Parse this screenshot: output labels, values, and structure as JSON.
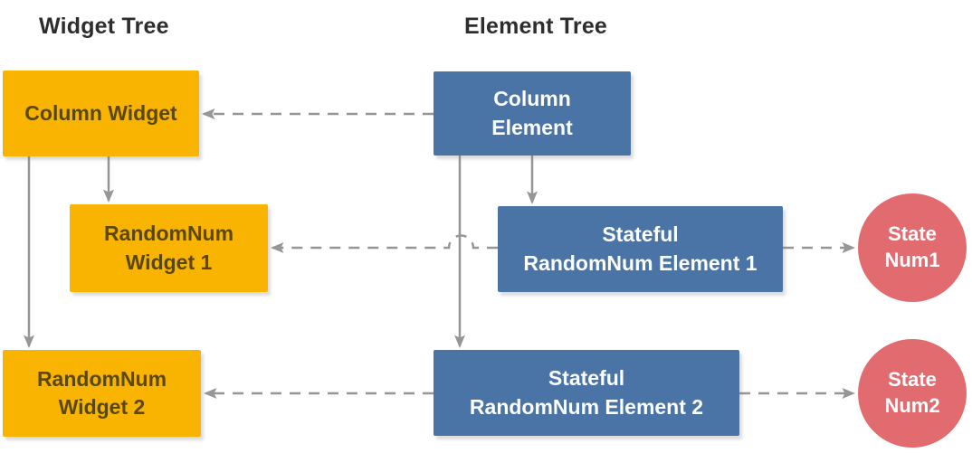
{
  "headings": {
    "widget_tree": "Widget Tree",
    "element_tree": "Element Tree"
  },
  "nodes": {
    "column_widget": {
      "label": "Column Widget",
      "type": "widget"
    },
    "column_element": {
      "label": "Column\nElement",
      "type": "element"
    },
    "randomnum_widget_1": {
      "label": "RandomNum\nWidget 1",
      "type": "widget"
    },
    "stateful_randomnum_element_1": {
      "label": "Stateful\nRandomNum Element 1",
      "type": "element"
    },
    "randomnum_widget_2": {
      "label": "RandomNum\nWidget 2",
      "type": "widget"
    },
    "stateful_randomnum_element_2": {
      "label": "Stateful\nRandomNum Element 2",
      "type": "element"
    },
    "state_num1": {
      "label": "State\nNum1",
      "type": "state"
    },
    "state_num2": {
      "label": "State\nNum2",
      "type": "state"
    }
  },
  "connections": [
    {
      "from": "Column Widget",
      "to": "RandomNum Widget 1",
      "style": "solid",
      "arrow": "down"
    },
    {
      "from": "Column Widget",
      "to": "RandomNum Widget 2",
      "style": "solid",
      "arrow": "down"
    },
    {
      "from": "Column Element",
      "to": "Stateful RandomNum Element 1",
      "style": "solid",
      "arrow": "down"
    },
    {
      "from": "Column Element",
      "to": "Stateful RandomNum Element 2",
      "style": "solid",
      "arrow": "down"
    },
    {
      "from": "Column Element",
      "to": "Column Widget",
      "style": "dashed",
      "arrow": "left"
    },
    {
      "from": "Stateful RandomNum Element 1",
      "to": "RandomNum Widget 1",
      "style": "dashed",
      "arrow": "left",
      "note": "hops over vertical line"
    },
    {
      "from": "Stateful RandomNum Element 2",
      "to": "RandomNum Widget 2",
      "style": "dashed",
      "arrow": "left"
    },
    {
      "from": "Stateful RandomNum Element 1",
      "to": "State Num1",
      "style": "dashed",
      "arrow": "right"
    },
    {
      "from": "Stateful RandomNum Element 2",
      "to": "State Num2",
      "style": "dashed",
      "arrow": "right"
    }
  ],
  "colors": {
    "background": "#FFFFFF",
    "heading": "#2D2D2D",
    "widget_fill": "#F8B400",
    "widget_text": "#5A470B",
    "element_fill": "#4A74A6",
    "element_text": "#FDFEFE",
    "state_fill": "#E26B70",
    "state_text": "#FFFFFF",
    "connector": "#969696"
  }
}
